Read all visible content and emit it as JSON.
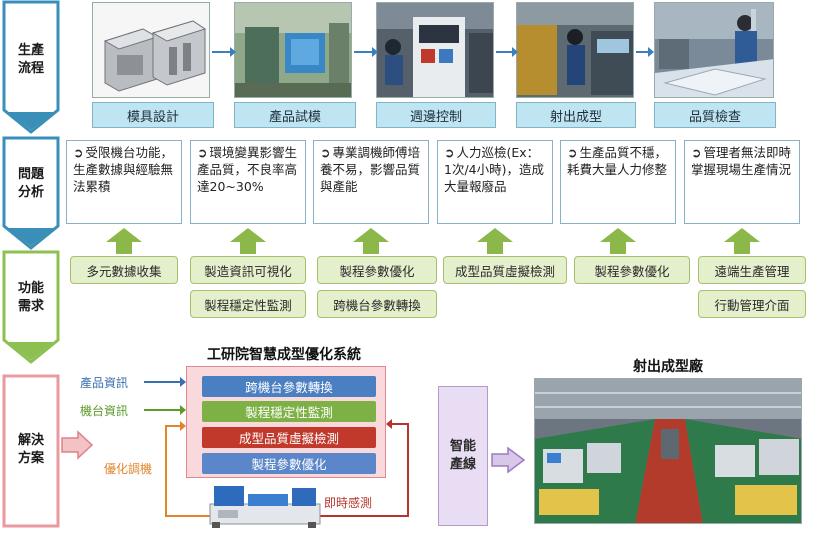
{
  "stages": [
    {
      "id": "production-flow",
      "label": "生產\n流程"
    },
    {
      "id": "problem-analysis",
      "label": "問題\n分析"
    },
    {
      "id": "function-needs",
      "label": "功能\n需求"
    },
    {
      "id": "solution",
      "label": "解決\n方案"
    }
  ],
  "process_steps": [
    {
      "label": "模具設計",
      "photo": "mold-photo"
    },
    {
      "label": "產品試模",
      "photo": "trial-mold-photo"
    },
    {
      "label": "週邊控制",
      "photo": "peripheral-control-photo"
    },
    {
      "label": "射出成型",
      "photo": "injection-molding-photo"
    },
    {
      "label": "品質檢查",
      "photo": "quality-check-photo"
    }
  ],
  "problems": [
    {
      "text": "受限機台功能，生產數據與經驗無法累積"
    },
    {
      "text": "環境變異影響生產品質，不良率高達20~30%"
    },
    {
      "text": "專業調機師傅培養不易，影響品質與產能"
    },
    {
      "text": "人力巡檢(Ex：1次/4小時)，造成大量報廢品"
    },
    {
      "text": "生產品質不穩，耗費大量人力修整"
    },
    {
      "text": "管理者無法即時掌握現場生產情況"
    }
  ],
  "requirements": [
    {
      "labels": [
        "多元數據收集"
      ]
    },
    {
      "labels": [
        "製造資訊可視化",
        "製程穩定性監測"
      ]
    },
    {
      "labels": [
        "製程參數優化",
        "跨機台參數轉換"
      ]
    },
    {
      "labels": [
        "成型品質虛擬檢測"
      ]
    },
    {
      "labels": [
        "製程參數優化"
      ]
    },
    {
      "labels": [
        "遠端生產管理",
        "行動管理介面"
      ]
    }
  ],
  "solution": {
    "system_title": "工研院智慧成型優化系統",
    "inputs": [
      "產品資訊",
      "機台資訊"
    ],
    "modules": [
      {
        "label": "跨機台參數轉換",
        "color": "#4a7fc1"
      },
      {
        "label": "製程穩定性監測",
        "color": "#7db045"
      },
      {
        "label": "成型品質虛擬檢測",
        "color": "#c0392b"
      },
      {
        "label": "製程參數優化",
        "color": "#5b86c9"
      }
    ],
    "feedback_label": "優化調機",
    "sensing_label": "即時感測",
    "smart_line_label": "智能\n產線",
    "factory_title": "射出成型廠"
  },
  "colors": {
    "chevron_blue": "#3a8fb8",
    "chevron_green": "#8cc152",
    "chevron_pink": "#e89aa0",
    "up_arrow": "#8cb84a",
    "orange": "#e0852e",
    "dark_red": "#b5342b"
  }
}
